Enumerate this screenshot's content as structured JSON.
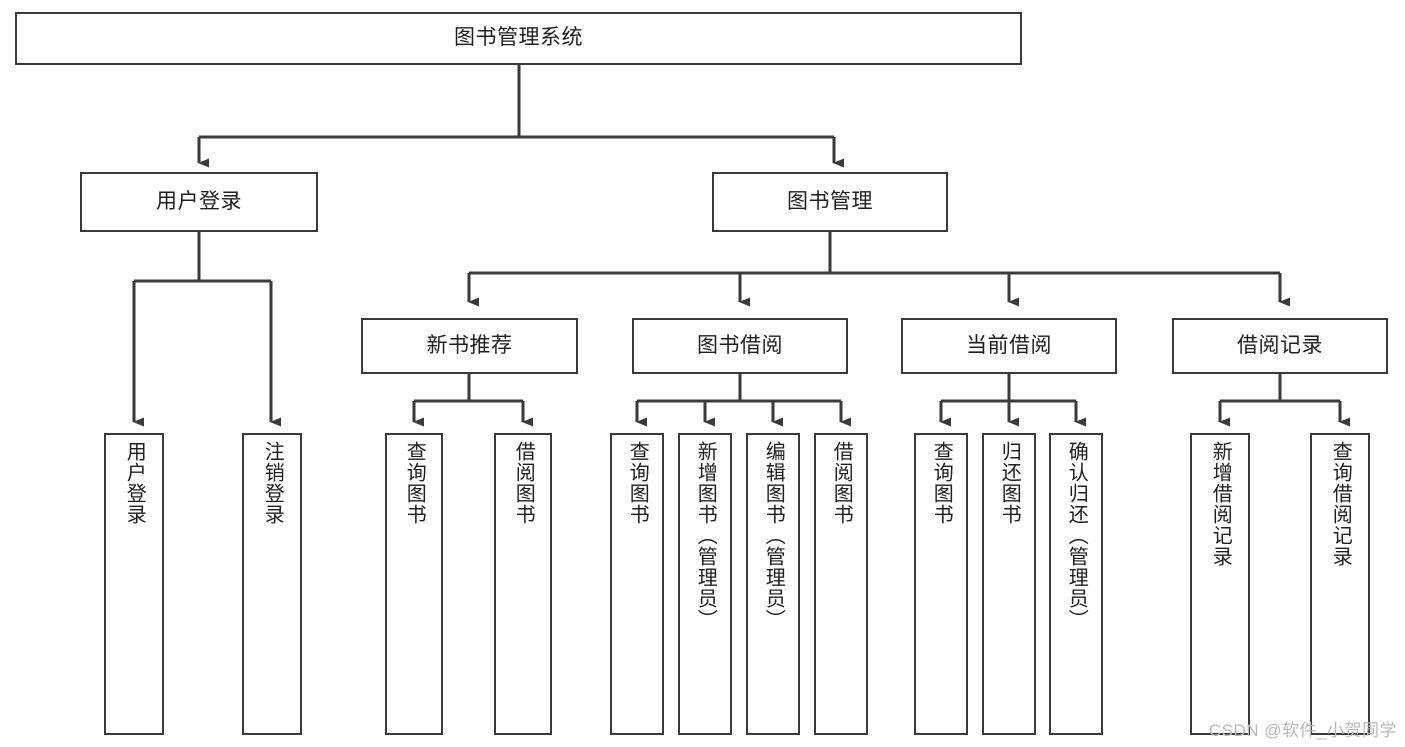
{
  "diagram": {
    "title": "图书管理系统",
    "watermark": "CSDN @软件_小贺同学",
    "line_color": "#3a3a3a",
    "box_fill": "#ffffff",
    "text_color": "#1f1f1f",
    "watermark_color": "#b9b9b9",
    "nodes": {
      "root": {
        "label": "图书管理系统"
      },
      "l1": [
        {
          "label": "用户登录"
        },
        {
          "label": "图书管理"
        }
      ],
      "l2": [
        {
          "label": "新书推荐"
        },
        {
          "label": "图书借阅"
        },
        {
          "label": "当前借阅"
        },
        {
          "label": "借阅记录"
        }
      ],
      "leaves_user_login": [
        {
          "label": "用户登录"
        },
        {
          "label": "注销登录"
        }
      ],
      "leaves_new_book": [
        {
          "label": "查询图书"
        },
        {
          "label": "借阅图书"
        }
      ],
      "leaves_borrow": [
        {
          "label": "查询图书"
        },
        {
          "label": "新增图书（管理员）"
        },
        {
          "label": "编辑图书（管理员）"
        },
        {
          "label": "借阅图书"
        }
      ],
      "leaves_current": [
        {
          "label": "查询图书"
        },
        {
          "label": "归还图书"
        },
        {
          "label": "确认归还（管理员）"
        }
      ],
      "leaves_record": [
        {
          "label": "新增借阅记录"
        },
        {
          "label": "查询借阅记录"
        }
      ]
    }
  }
}
